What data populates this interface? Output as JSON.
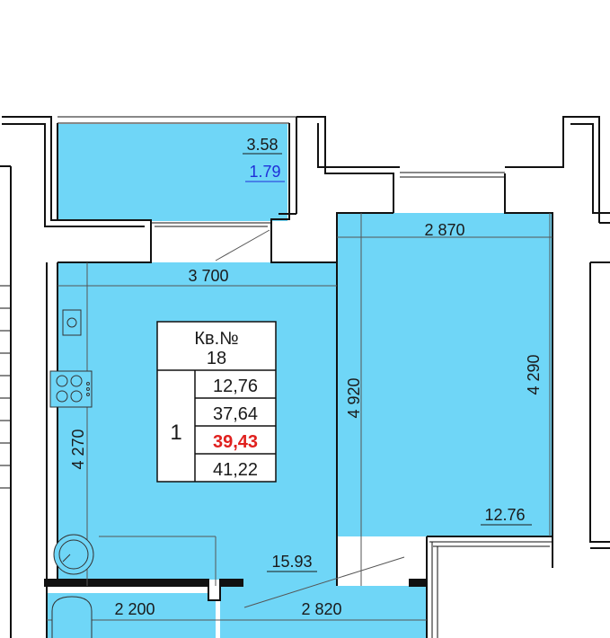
{
  "colors": {
    "room_fill": "#6fd6f7",
    "wall": "#111111",
    "background": "#ffffff",
    "highlight_text": "#e0201e",
    "balcony_coeff_text": "#1f2fd8"
  },
  "balcony": {
    "area": "3.58",
    "reduced_area": "1.79"
  },
  "rooms": {
    "kitchen_area": "15.93",
    "room_area": "12.76"
  },
  "dimensions": {
    "kitchen_width": "3 700",
    "kitchen_depth": "4 270",
    "room_width": "2 870",
    "room_depth": "4 290",
    "room_wall_length": "4 920",
    "bath_width": "2 200",
    "hall_width": "2 820"
  },
  "apartment_table": {
    "header_line1": "Кв.№",
    "header_line2": "18",
    "rooms_count": "1",
    "living_area": "12,76",
    "total_area": "37,64",
    "total_area_with_balcony": "39,43",
    "total_area_full": "41,22"
  },
  "icons": {
    "stove": "stove-icon",
    "sink": "kitchen-sink-icon",
    "washbasin": "washbasin-icon",
    "bathtub": "bathtub-icon"
  }
}
